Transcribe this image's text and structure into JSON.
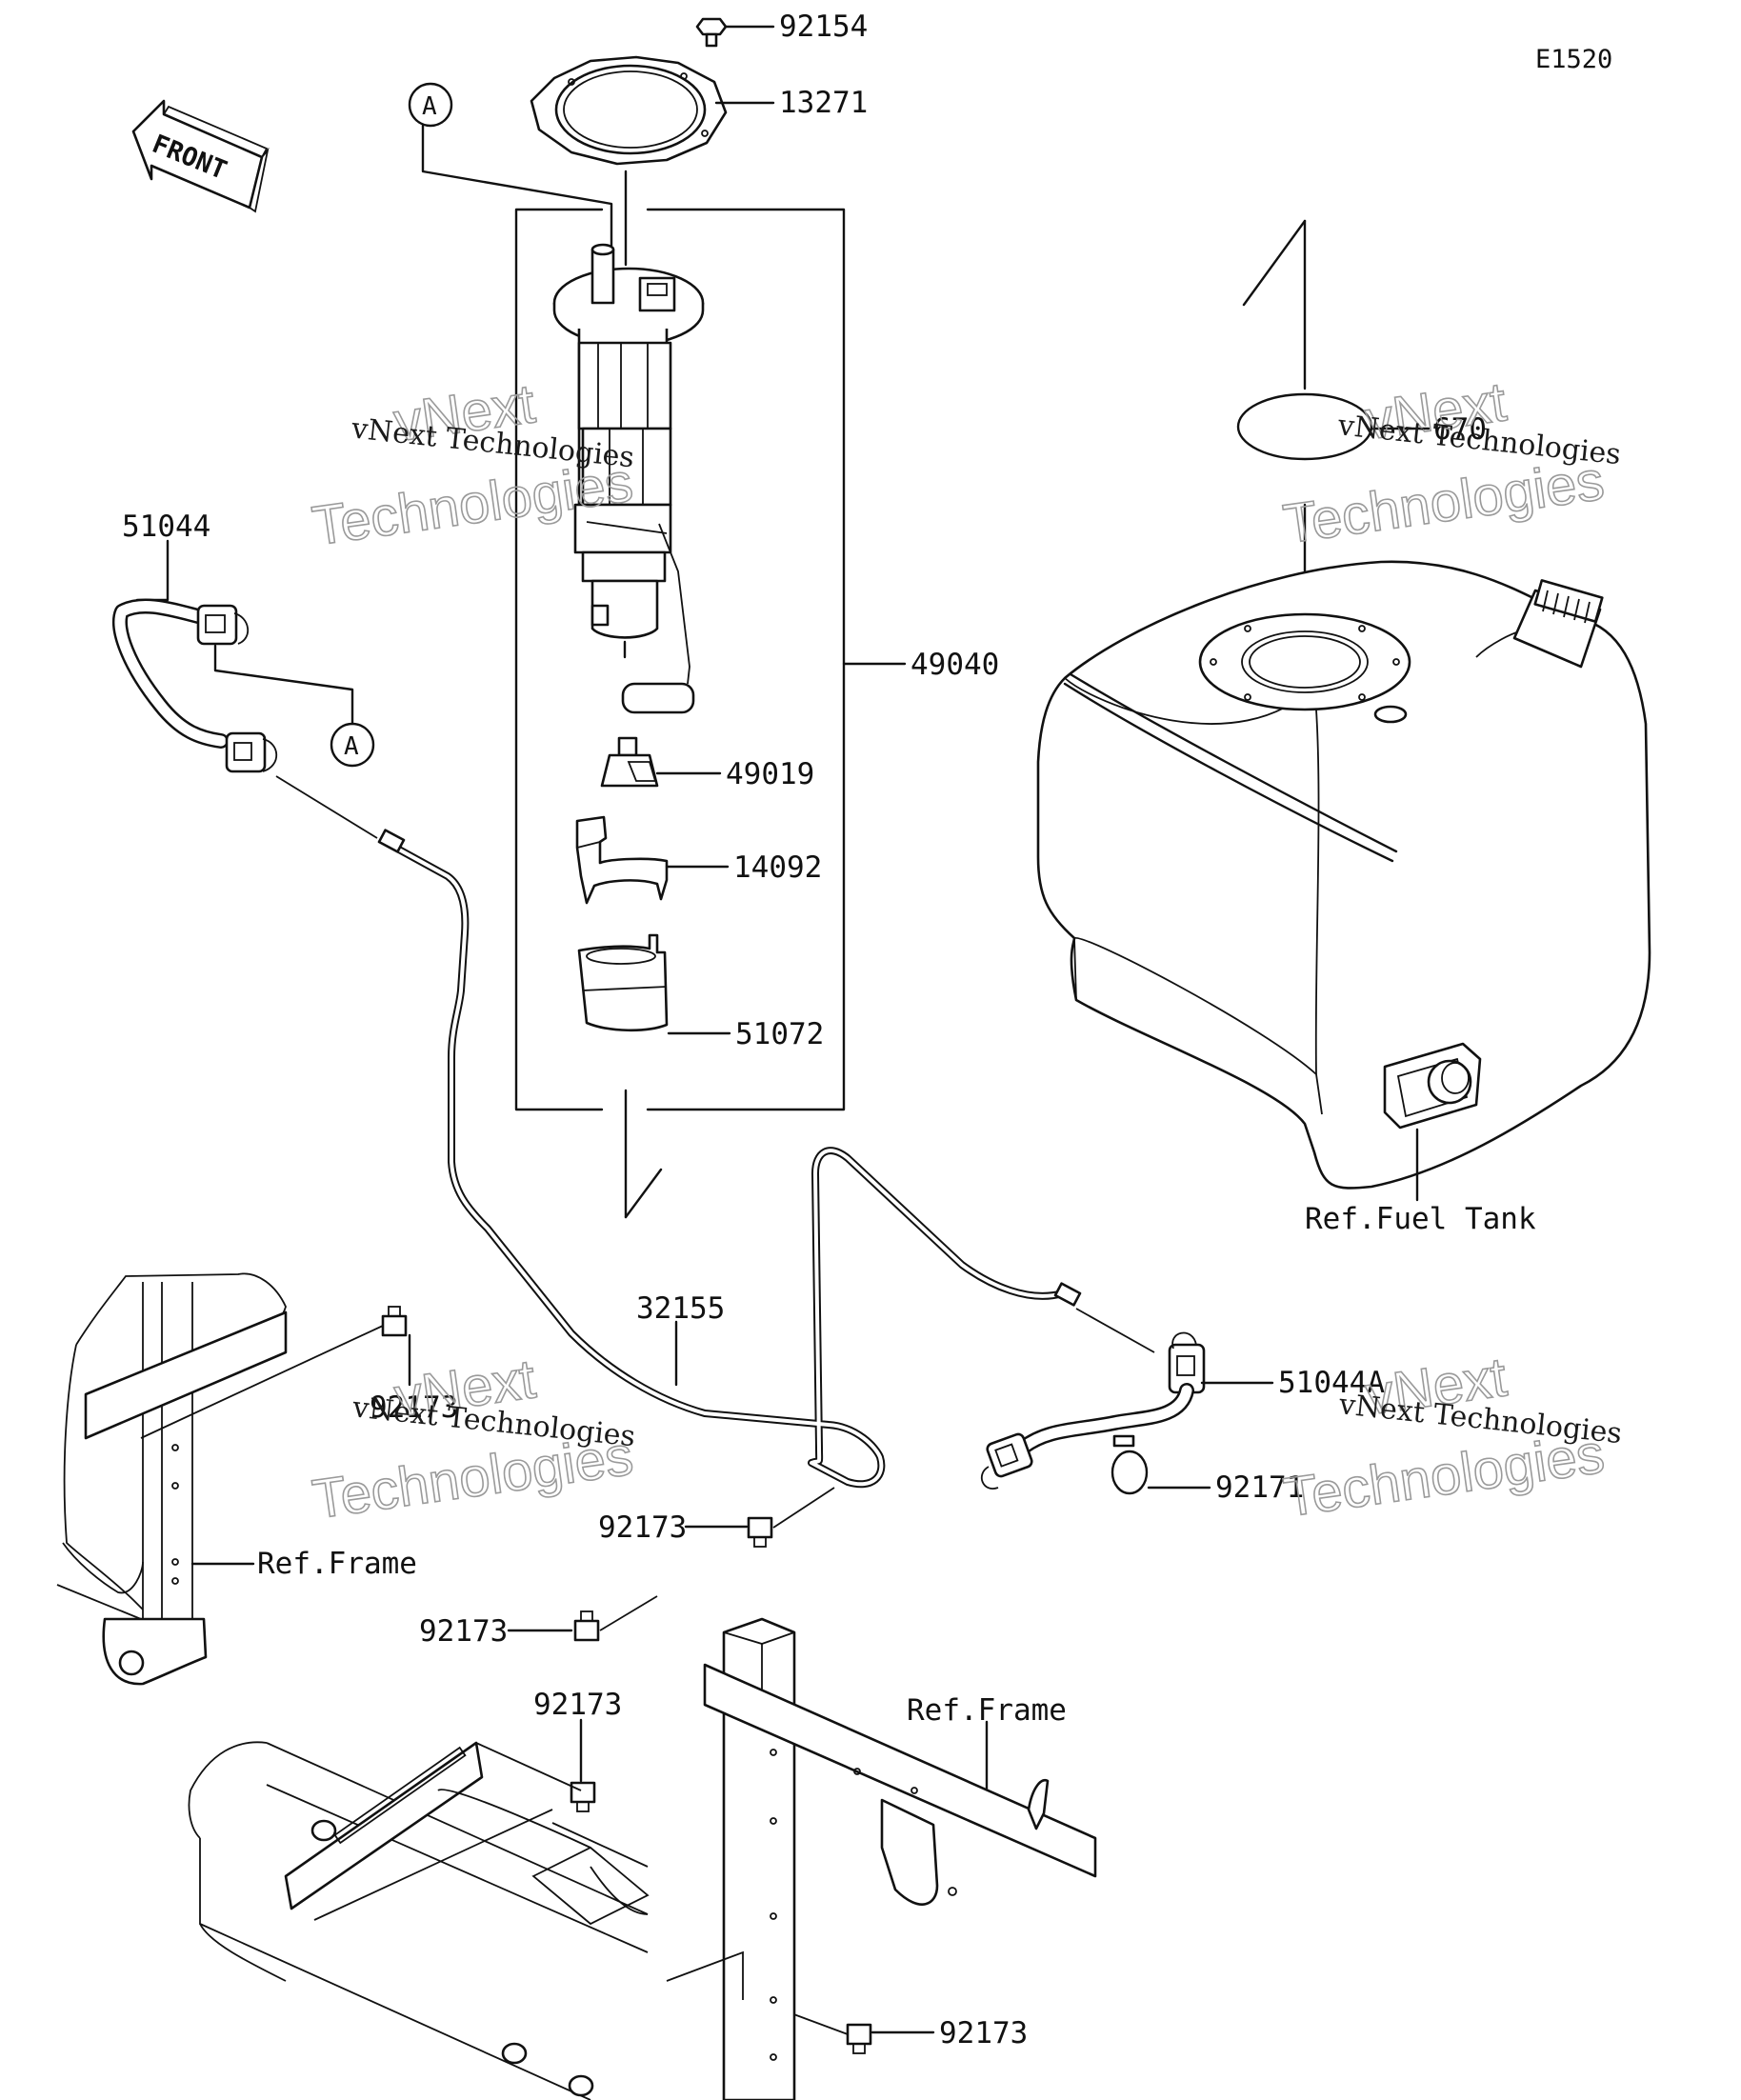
{
  "diagram_code": "E1520",
  "front_label": "FRONT",
  "callout_marker": "A",
  "parts": {
    "bolt": "92154",
    "gasket": "13271",
    "pump_assembly": "49040",
    "filter": "49019",
    "holder": "14092",
    "cup": "51072",
    "hose_left": "51044",
    "o_ring": "670",
    "fuel_line": "32155",
    "hose_right": "51044A",
    "clamp": "92171",
    "clip": "92173"
  },
  "references": {
    "fuel_tank": "Ref.Fuel Tank",
    "frame": "Ref.Frame"
  },
  "watermark": {
    "line1": "vNext Technologies",
    "line2a": "vNext",
    "line2b": "Technologies"
  }
}
